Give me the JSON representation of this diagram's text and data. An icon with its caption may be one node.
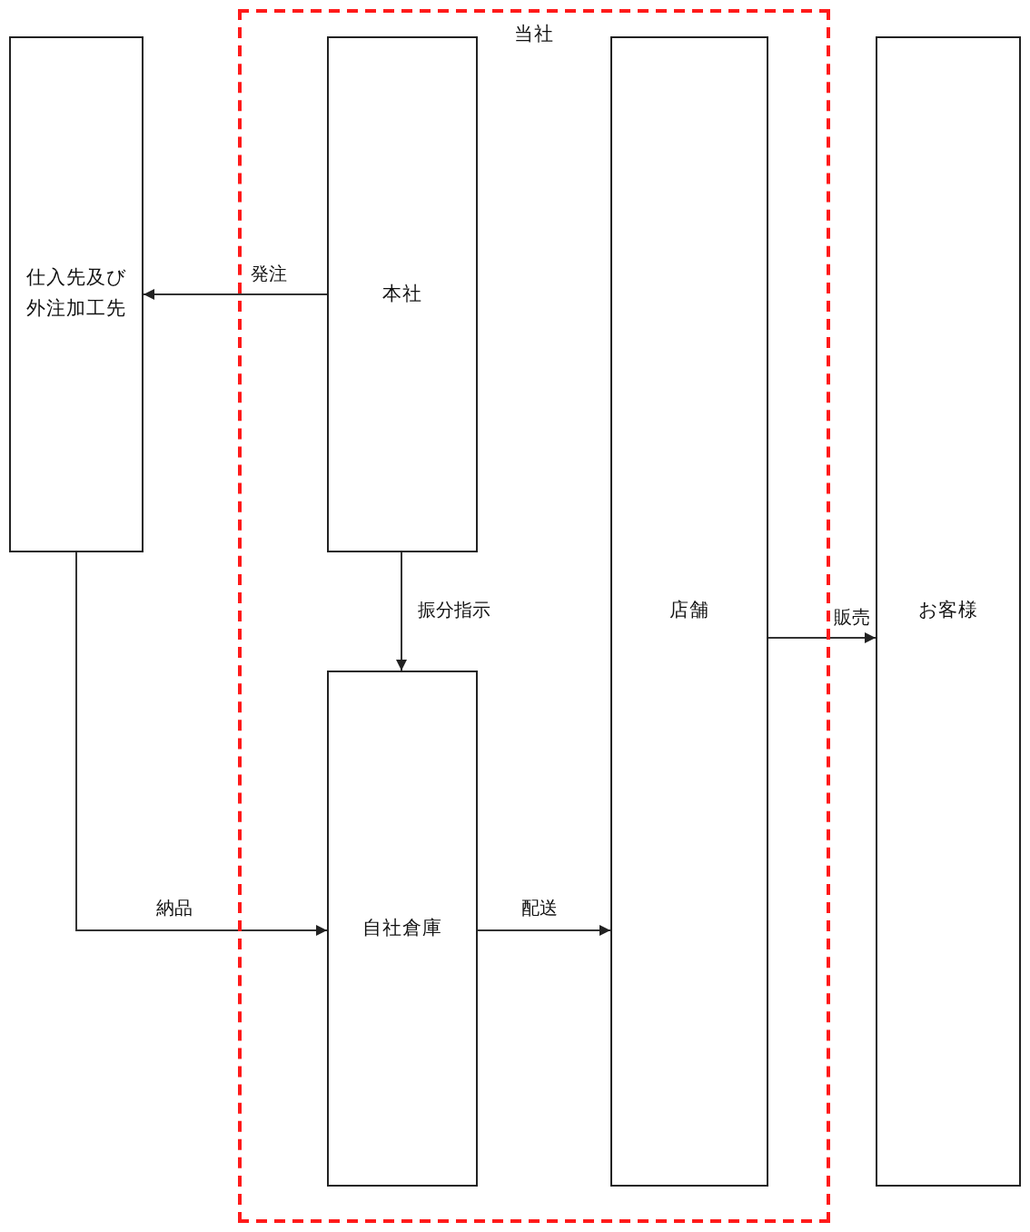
{
  "diagram": {
    "nodes": [
      {
        "text": [
          "当社"
        ]
      },
      {
        "text": [
          "仕入先及び外注加工先"
        ]
      },
      {
        "text": [
          "本社"
        ],
        "in": 0
      },
      {
        "text": [
          "自社倉庫"
        ],
        "in": 0
      },
      {
        "text": [
          "店舗"
        ],
        "in": 0
      },
      {
        "text": [
          "お客様"
        ]
      }
    ],
    "edges": [
      {
        "from": 2,
        "to": 1,
        "arrow": "to",
        "label": "発注"
      },
      {
        "from": 2,
        "to": 3,
        "arrow": "to",
        "label": "振分指示"
      },
      {
        "from": 1,
        "to": 3,
        "arrow": "to",
        "label": "納品"
      },
      {
        "from": 3,
        "to": 4,
        "arrow": "to",
        "label": "配送"
      },
      {
        "from": 4,
        "to": 5,
        "arrow": "to",
        "label": "販売"
      }
    ]
  }
}
